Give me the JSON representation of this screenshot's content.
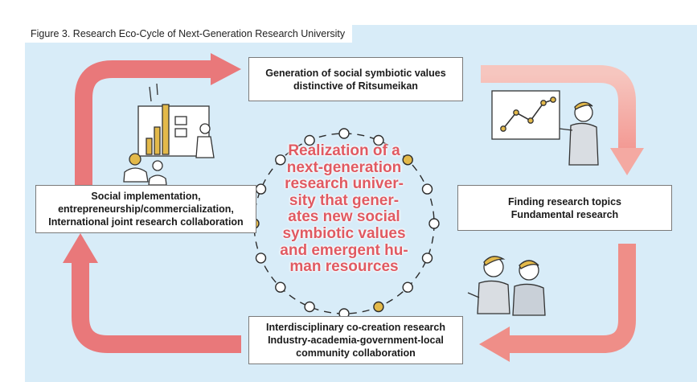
{
  "figure": {
    "title": "Figure 3. Research Eco-Cycle of Next-Generation Research University"
  },
  "center": {
    "lines": [
      "Realization of a",
      "next-generation",
      "research univer-",
      "sity that gener-",
      "ates new social",
      "symbiotic values",
      "and emergent hu-",
      "man resources"
    ]
  },
  "boxes": {
    "top": [
      "Generation of social symbiotic values",
      "distinctive of Ritsumeikan"
    ],
    "right": [
      "Finding research topics",
      "Fundamental research"
    ],
    "bottom": [
      "Interdisciplinary co-creation research",
      "Industry-academia-government-local",
      "community collaboration"
    ],
    "left": [
      "Social implementation,",
      "entrepreneurship/commercialization,",
      "International joint research collaboration"
    ]
  },
  "colors": {
    "panel_bg": "#d8ecf8",
    "arrow_dark": "#e9787a",
    "arrow_light": "#f4b8b2",
    "center_text": "#e05a62",
    "accent_gold": "#e3b94a"
  },
  "icons": {
    "top_left": "presentation-chart-icon",
    "top_right": "line-graph-presenter-icon",
    "bottom_right": "discussion-people-icon",
    "center": "people-circle-icon"
  }
}
